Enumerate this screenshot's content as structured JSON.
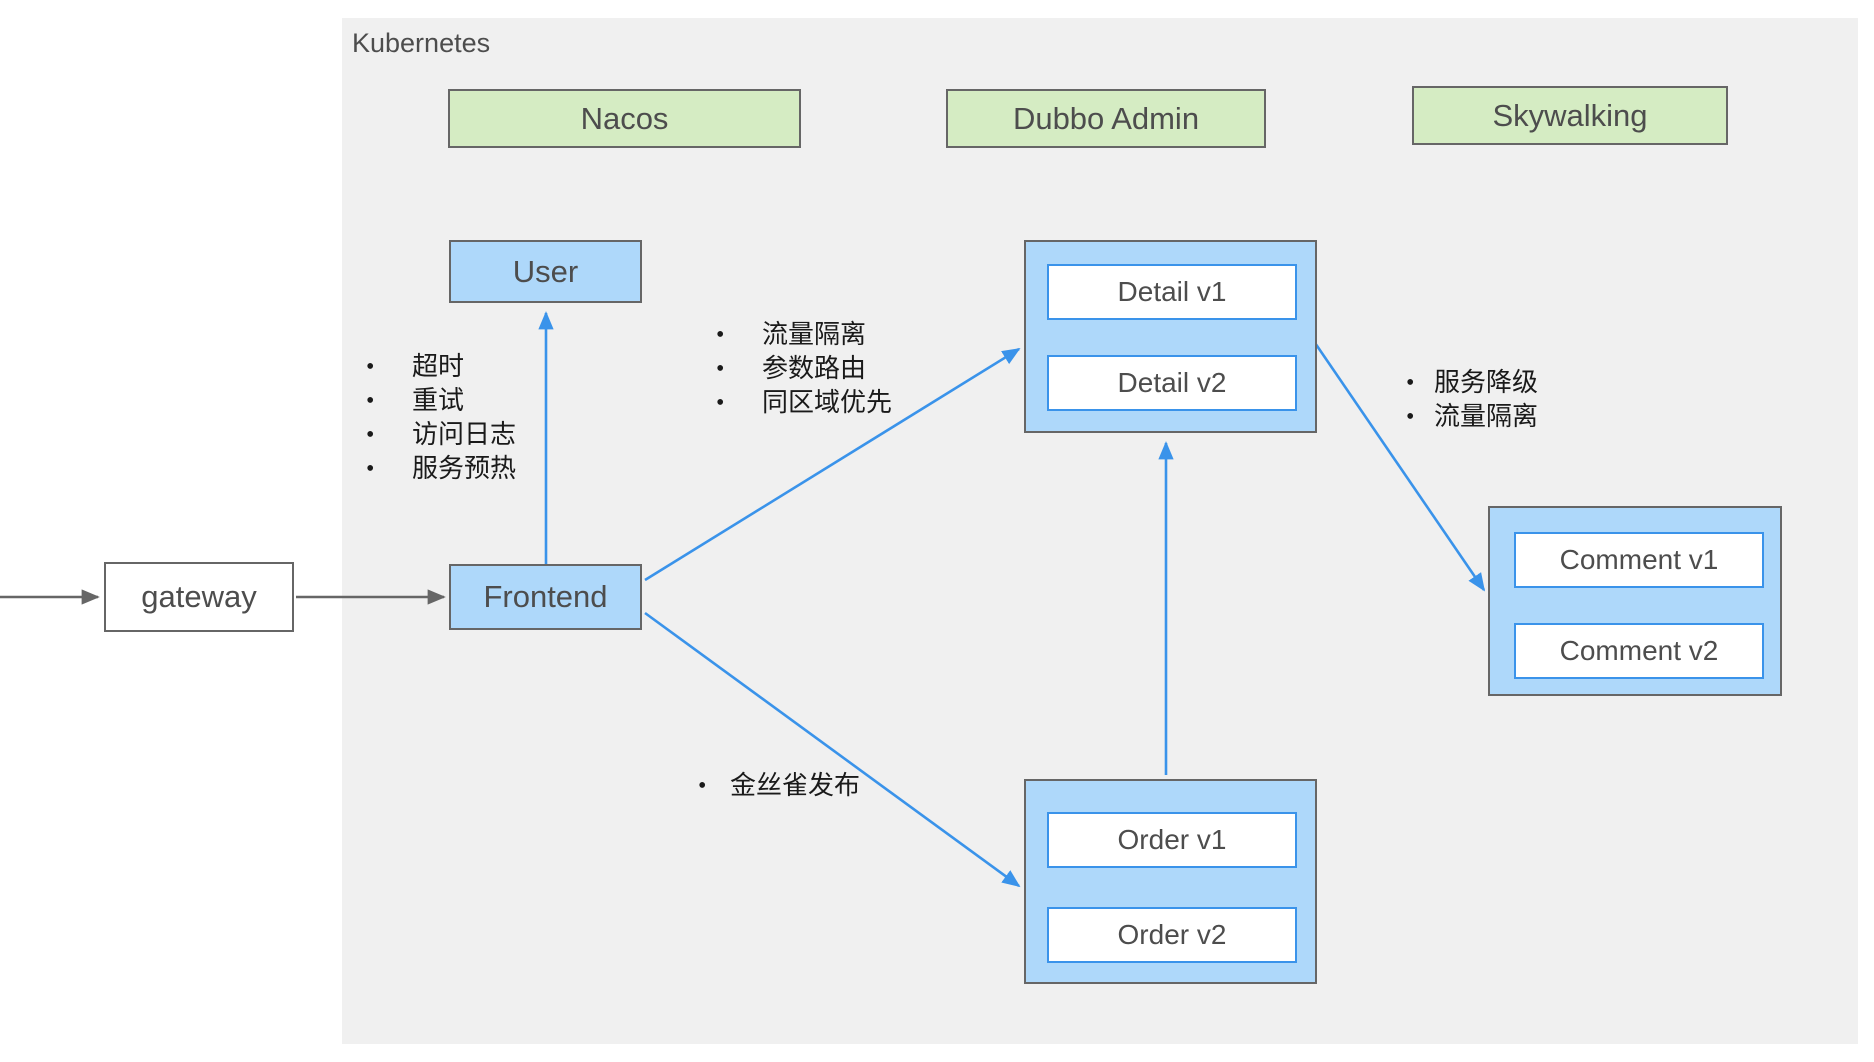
{
  "diagram": {
    "title": "Kubernetes",
    "background_color": "#ffffff",
    "container_color": "#f0f0f0"
  },
  "colors": {
    "green_fill": "#d5ecc3",
    "blue_fill": "#aed8fa",
    "white_fill": "#ffffff",
    "border_gray": "#666666",
    "arrow_blue": "#3a93ea",
    "arrow_gray": "#666666",
    "text_gray": "#4d4d4d"
  },
  "platform_services": [
    {
      "label": "Nacos"
    },
    {
      "label": "Dubbo Admin"
    },
    {
      "label": "Skywalking"
    }
  ],
  "nodes": {
    "gateway": {
      "label": "gateway"
    },
    "frontend": {
      "label": "Frontend"
    },
    "user": {
      "label": "User"
    }
  },
  "service_groups": [
    {
      "name": "detail",
      "versions": [
        {
          "label": "Detail v1"
        },
        {
          "label": "Detail v2"
        }
      ]
    },
    {
      "name": "order",
      "versions": [
        {
          "label": "Order v1"
        },
        {
          "label": "Order v2"
        }
      ]
    },
    {
      "name": "comment",
      "versions": [
        {
          "label": "Comment v1"
        },
        {
          "label": "Comment v2"
        }
      ]
    }
  ],
  "annotations": {
    "gateway_to_frontend": {
      "items": [
        "超时",
        "重试",
        "访问日志",
        "服务预热"
      ]
    },
    "frontend_to_detail": {
      "items": [
        "流量隔离",
        "参数路由",
        "同区域优先"
      ]
    },
    "detail_to_comment": {
      "items": [
        "服务降级",
        "流量隔离"
      ]
    },
    "frontend_to_order": {
      "items": [
        "金丝雀发布"
      ]
    }
  },
  "edges": [
    {
      "from": "external",
      "to": "gateway",
      "color": "gray"
    },
    {
      "from": "gateway",
      "to": "frontend",
      "color": "gray"
    },
    {
      "from": "frontend",
      "to": "user",
      "color": "blue"
    },
    {
      "from": "frontend",
      "to": "detail",
      "color": "blue"
    },
    {
      "from": "frontend",
      "to": "order",
      "color": "blue"
    },
    {
      "from": "detail",
      "to": "comment",
      "color": "blue"
    },
    {
      "from": "order",
      "to": "detail",
      "color": "blue"
    }
  ]
}
